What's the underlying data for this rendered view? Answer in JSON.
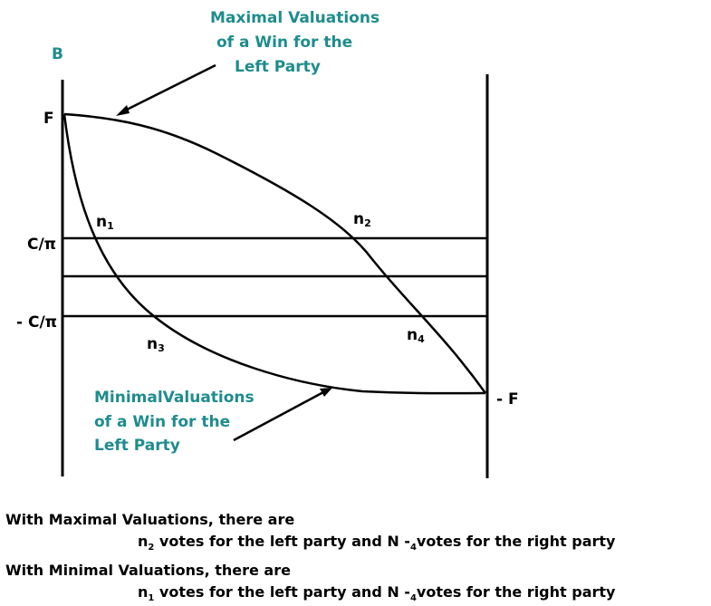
{
  "diagram": {
    "axis_label_top": "B",
    "y_labels": {
      "F": "F",
      "c_over_pi": "C/π",
      "neg_c_over_pi": "- C/π",
      "neg_F": "- F"
    },
    "points": {
      "n1": {
        "letter": "n",
        "sub": "1"
      },
      "n2": {
        "letter": "n",
        "sub": "2"
      },
      "n3": {
        "letter": "n",
        "sub": "3"
      },
      "n4": {
        "letter": "n",
        "sub": "4"
      }
    },
    "max_label": [
      "Maximal Valuations",
      "of a Win for the",
      "Left Party"
    ],
    "min_label": [
      "MinimalValuations",
      "of a Win for the",
      "Left Party"
    ],
    "colors": {
      "annotation": "#1f8c8c",
      "line": "#000000"
    }
  },
  "caption": {
    "line1": "With Maximal Valuations, there are",
    "line2": {
      "n": "n",
      "sub_a": "2",
      "mid": " votes for the left party and N -",
      "sub_b": "4",
      "end": "votes for the right party"
    },
    "line3": "With Minimal Valuations, there are",
    "line4": {
      "n": "n",
      "sub_a": "1",
      "mid": " votes for the left party and N -",
      "sub_b": "4",
      "end": "votes for the right party"
    }
  }
}
